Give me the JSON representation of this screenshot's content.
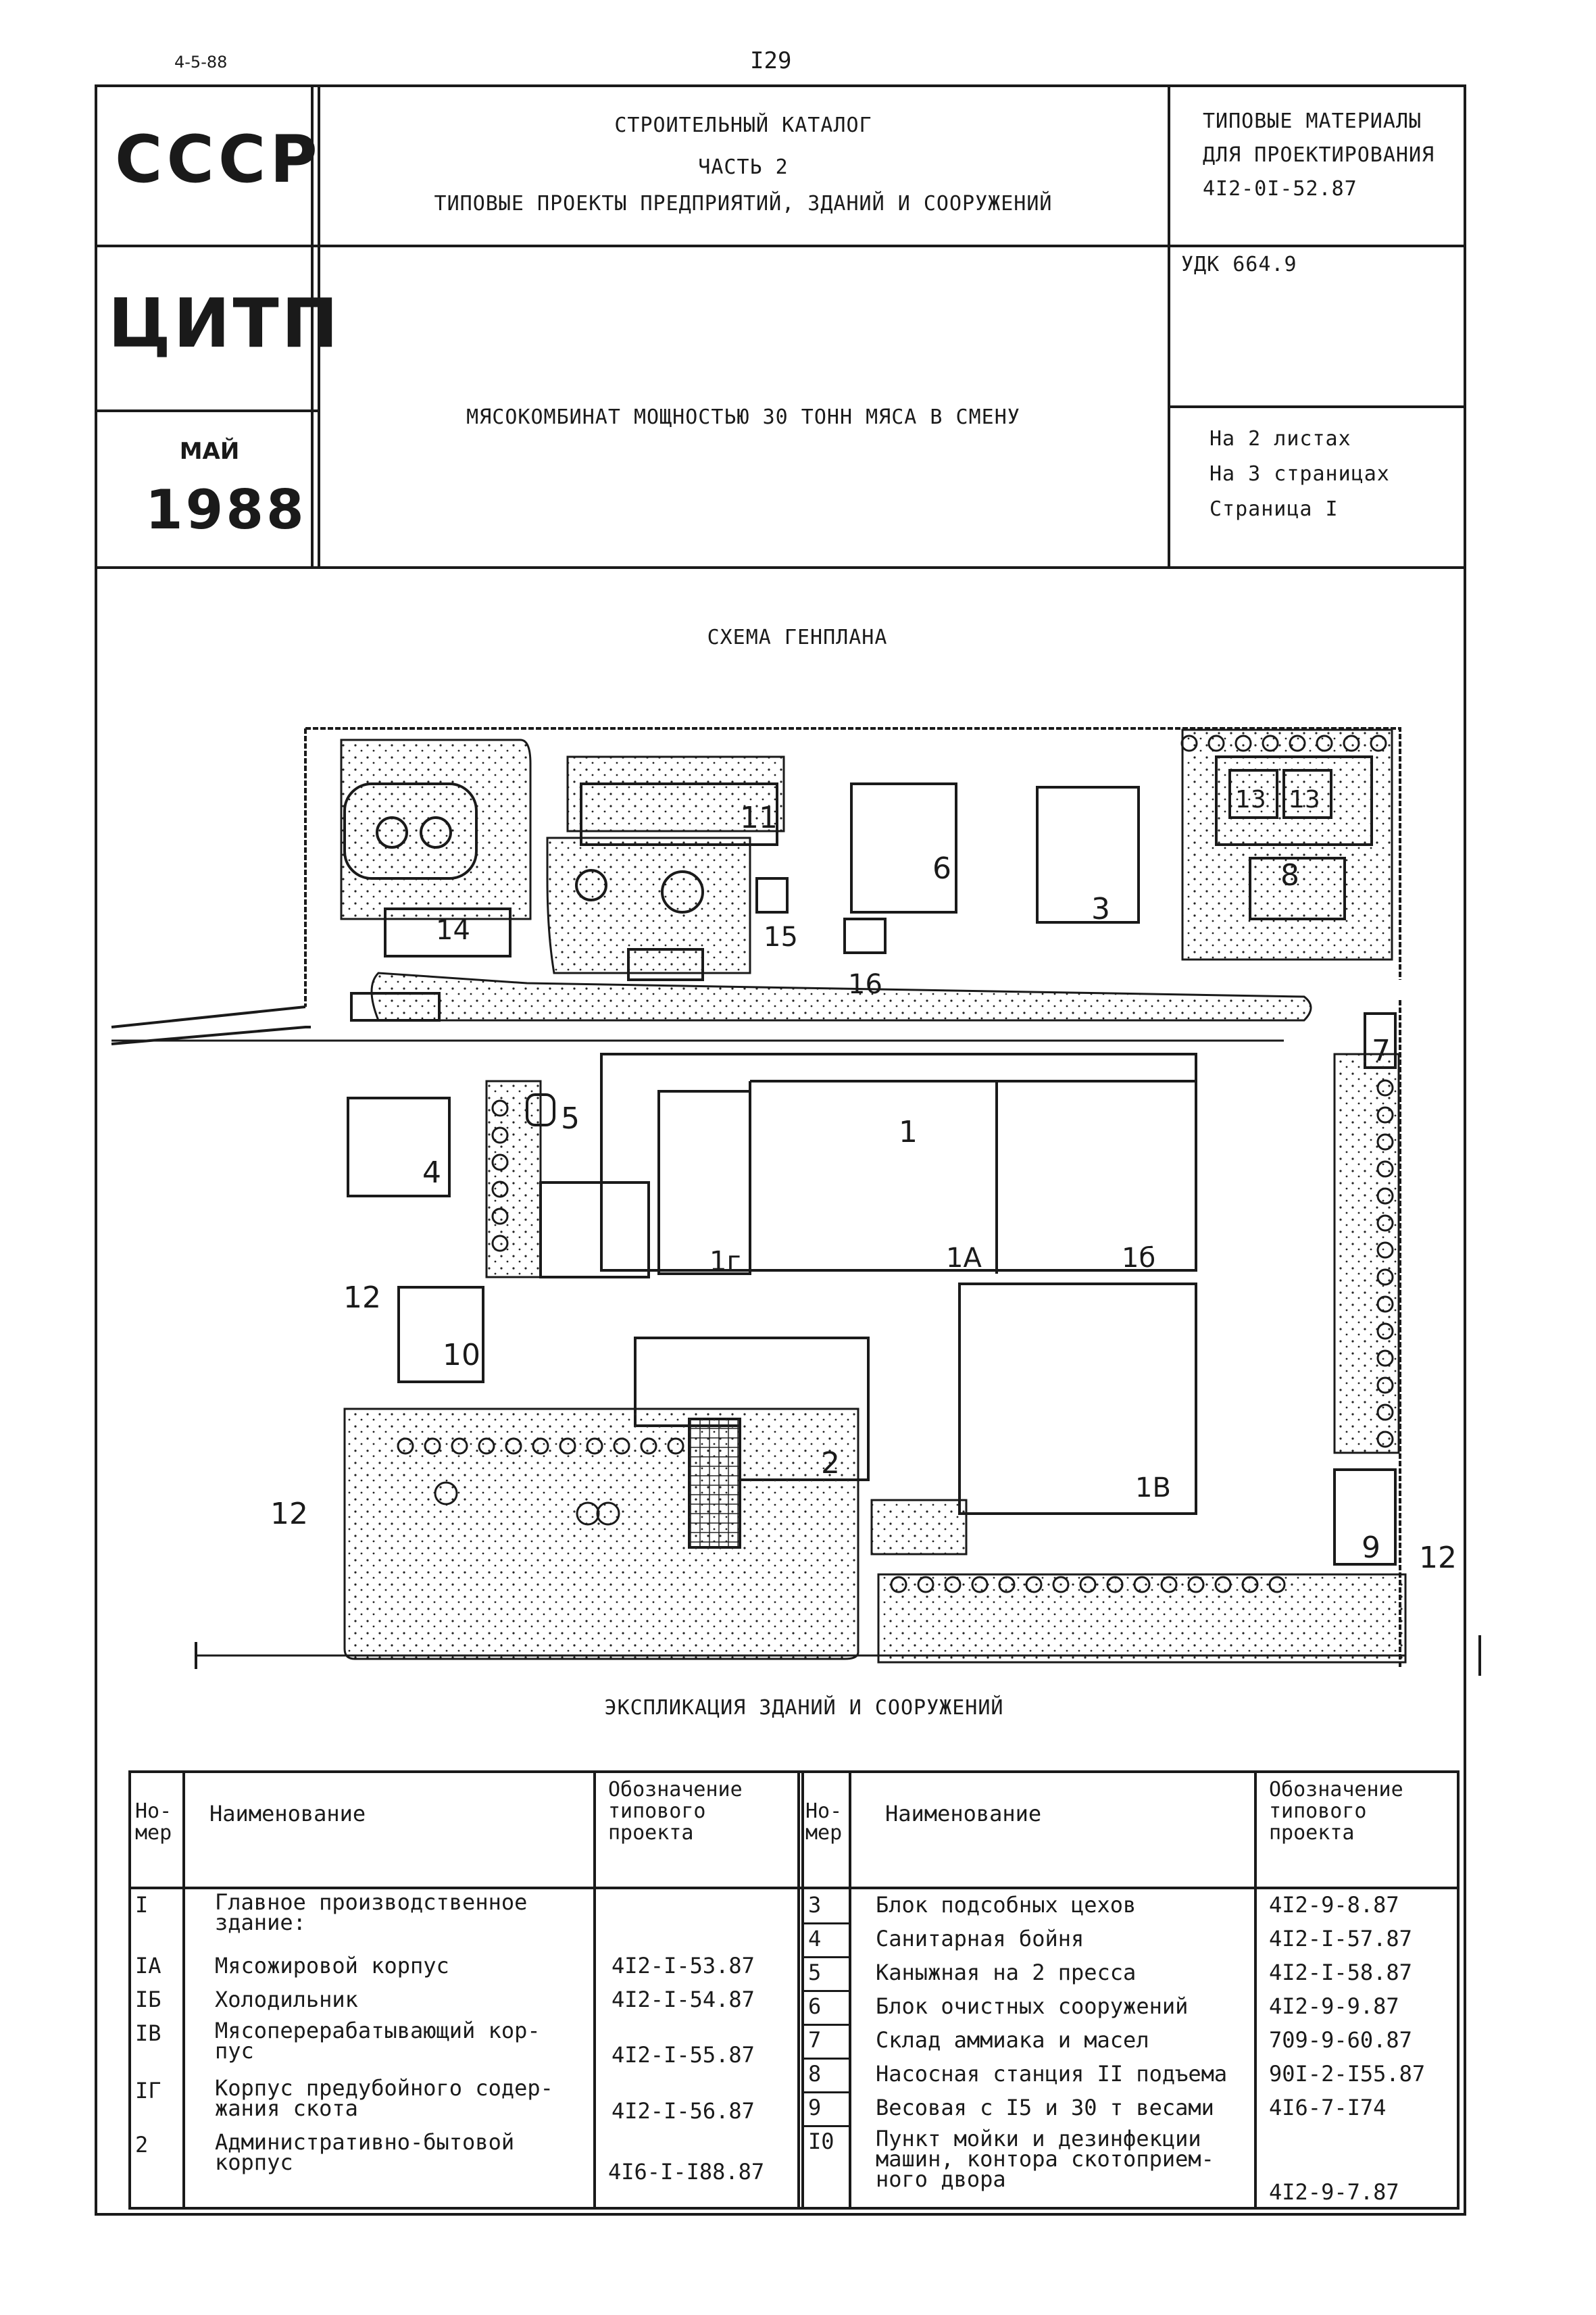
{
  "page": {
    "code": "4-5-88",
    "number": "I29"
  },
  "stamp": {
    "country": "СССР",
    "org": "ЦИТП",
    "month": "МАЙ",
    "year": "1988"
  },
  "header": {
    "catalog": "СТРОИТЕЛЬНЫЙ КАТАЛОГ",
    "part": "ЧАСТЬ  2",
    "part_title": "ТИПОВЫЕ ПРОЕКТЫ ПРЕДПРИЯТИЙ, ЗДАНИЙ И СООРУЖЕНИЙ",
    "materials_line1": "ТИПОВЫЕ МАТЕРИАЛЫ",
    "materials_line2": "ДЛЯ ПРОЕКТИРОВАНИЯ",
    "materials_code": "4I2-0I-52.87",
    "udk": "УДК 664.9",
    "title": "МЯСОКОМБИНАТ МОЩНОСТЬЮ 30 ТОНН МЯСА В СМЕНУ",
    "sheets": "На 2 листах",
    "pages": "На 3 страницах",
    "page": "Страница I"
  },
  "plan": {
    "title": "СХЕМА ГЕНПЛАНА",
    "labels": {
      "b1": "1",
      "b1a": "1А",
      "b1b": "1б",
      "b1v": "1В",
      "b1g": "1г",
      "b2": "2",
      "b3": "3",
      "b4": "4",
      "b5": "5",
      "b6": "6",
      "b7": "7",
      "b8": "8",
      "b9": "9",
      "b10": "10",
      "b11": "11",
      "b12a": "12",
      "b12b": "12",
      "b12c": "12",
      "b13a": "13",
      "b13b": "13",
      "b14": "14",
      "b15": "15",
      "b16": "16"
    }
  },
  "explication": {
    "title": "ЭКСПЛИКАЦИЯ ЗДАНИЙ И СООРУЖЕНИЙ",
    "headers": {
      "num": "Но-\nмер",
      "name": "Наименование",
      "code": "Обозначение\nтипового\nпроекта"
    },
    "left": [
      {
        "num": "I",
        "name": "Главное производственное\nздание:",
        "code": ""
      },
      {
        "num": "IА",
        "name": "Мясожировой корпус",
        "code": "4I2-I-53.87"
      },
      {
        "num": "IБ",
        "name": "Холодильник",
        "code": "4I2-I-54.87"
      },
      {
        "num": "IВ",
        "name": "Мясоперерабатывающий кор-\nпус",
        "code": "4I2-I-55.87"
      },
      {
        "num": "IГ",
        "name": "Корпус предубойного содер-\nжания скота",
        "code": "4I2-I-56.87"
      },
      {
        "num": "2",
        "name": "Административно-бытовой\nкорпус",
        "code": "4I6-I-I88.87"
      }
    ],
    "right": [
      {
        "num": "3",
        "name": "Блок подсобных цехов",
        "code": "4I2-9-8.87"
      },
      {
        "num": "4",
        "name": "Санитарная бойня",
        "code": "4I2-I-57.87"
      },
      {
        "num": "5",
        "name": "Каныжная на 2 пресса",
        "code": "4I2-I-58.87"
      },
      {
        "num": "6",
        "name": "Блок очистных сооружений",
        "code": "4I2-9-9.87"
      },
      {
        "num": "7",
        "name": "Склад аммиака и масел",
        "code": "709-9-60.87"
      },
      {
        "num": "8",
        "name": "Насосная станция II подъема",
        "code": "90I-2-I55.87"
      },
      {
        "num": "9",
        "name": "Весовая с I5 и 30 т весами",
        "code": "4I6-7-I74"
      },
      {
        "num": "I0",
        "name": "Пункт мойки и дезинфекции\nмашин, контора скотоприем-\nного двора",
        "code": "4I2-9-7.87"
      }
    ]
  }
}
